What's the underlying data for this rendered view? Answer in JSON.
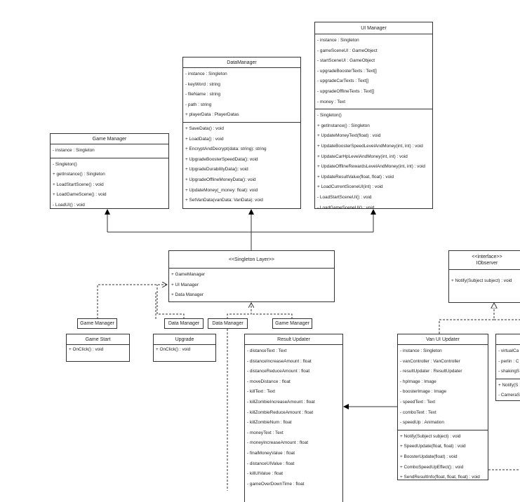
{
  "classes": {
    "ui_manager": {
      "title": "UI Manager",
      "fields": [
        "- instance : Singleton",
        "- gameSceneUI : GameObject",
        "- startSceneUI : GameObject",
        "- upgradeBoosterTexts : Text[]",
        "- upgradeCarTexts : Text[]",
        "- upgradeOfflineTexts : Text[]",
        "- money : Text"
      ],
      "methods": [
        "- Singleton()",
        "+ getInstance() : Singleton",
        "+ UpdateMoneyText(float) : void",
        "+ UpdateBoosterSpeedLevelAndMoney(int, int) : void",
        "+ UpdateCarHpLevelAndMoney(int, int) : void",
        "+ UpdateOfflineRewardsLevelAndMoney(int, int) : void",
        "+ UpdateResultValue(float, float) : void",
        "+ LoadCurrentSceneUI(int) : void",
        "- LoadStartSceneUI() : void",
        "- LoadGameSceneUI() : void"
      ]
    },
    "data_manager": {
      "title": "DataManager",
      "fields": [
        "- instance : Singleton",
        "- keyWord : string",
        "- fileName : string",
        "- path : string",
        "+ playerData : PlayerDatas"
      ],
      "methods": [
        "+ SaveData() : void",
        "+ LoadData() : void",
        "+ EncryptAndDecrypt(data: string): string",
        "+ UpgradeBoosterSpeedData(): void",
        "+ UpgradeDurabilityData(): void",
        "+ UpgradeOfflineMoneyData(): void",
        "+ UpdateMoney(_money: float): void",
        "+ SetVanData(vanData: VanData): void"
      ]
    },
    "game_manager": {
      "title": "Game Manager",
      "fields": [
        "- instance : Singleton"
      ],
      "methods": [
        "- Singleton()",
        "+ getInstance() : Singleton",
        "+ LoadStartScene() : void",
        "+ LoadGameScene() : void",
        "- LoadUI() : void"
      ]
    },
    "singleton_layer": {
      "title": "<<Singleton Layer>>",
      "fields": [
        "+ GameManager",
        "+ UI Manager",
        "+ Data Manager"
      ]
    },
    "iobserver": {
      "stereotype": "<<interface>>",
      "title": "IObserver",
      "methods": [
        "+ Notify(Subject subject) : void"
      ]
    },
    "game_start": {
      "title": "Game Start",
      "methods": [
        "+ OnClick() : void"
      ]
    },
    "upgrade": {
      "title": "Upgrade",
      "methods": [
        "+ OnClick() : void"
      ]
    },
    "result_updater": {
      "title": "Result Updater",
      "fields": [
        "- distanceText : Text",
        "- distanceIncreaseAmount : float",
        "- distanceReduceAmount : float",
        "- moveDistance : float",
        "- killText : Text",
        "- killZombieIncreaseAmount : float",
        "- killZombieReduceAmount : float",
        "- killZombieNum : float",
        "- moneyText : Text",
        "- moneyIncreaseAmount : float",
        "- finalMoneyValue : float",
        "- distanceUIValue : float",
        "- killUIValue : float",
        "- gameOverDownTime : float"
      ]
    },
    "van_ui_updater": {
      "title": "Van UI Updater",
      "fields": [
        "- instance : Singleton",
        "- vanController : VanController",
        "- resultUpdater : ResultUpdater",
        "- hpImage : Image",
        "- boosterImage : Image",
        "- speedText : Text",
        "- comboText : Text",
        "- speedUp : Animation"
      ],
      "methods": [
        "+ Notify(Subject subject) : void",
        "+ SpeedUpdate(float, float) : void",
        "+ BoosterUpdate(float) : void",
        "+ ComboSpeedUpEffect() : void",
        "+ SendResultInfo(float, float, float) : void"
      ]
    },
    "partial_class": {
      "fields": [
        "- virtualCa",
        "- perlin : C",
        "- shakingS"
      ],
      "methods": [
        "+ Notify(S",
        "- CameraS"
      ]
    }
  },
  "tags": {
    "game_manager_tag": "Game Manager",
    "data_manager_tag_1": "Data Manager",
    "data_manager_tag_2": "Data Manager",
    "game_manager_tag_2": "Game Manager"
  }
}
